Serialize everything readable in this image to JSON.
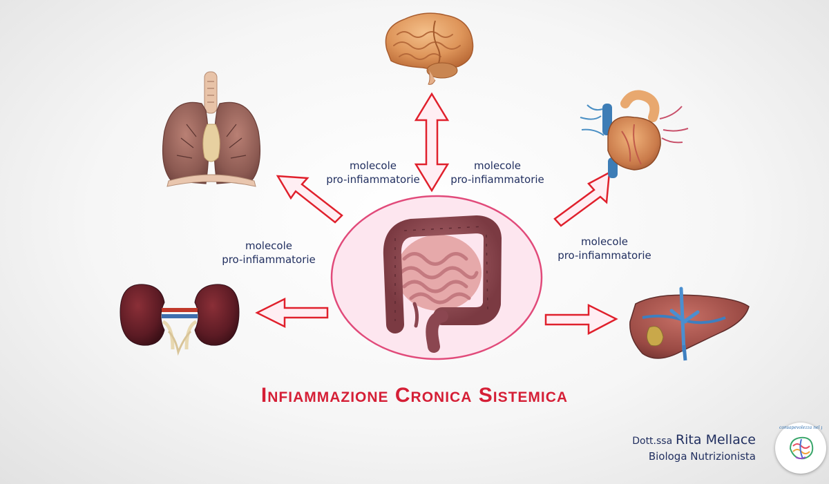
{
  "diagram": {
    "title": "Infiammazione Cronica Sistemica",
    "center": {
      "name": "intestine",
      "icon": "intestine-icon"
    },
    "organs": [
      {
        "name": "brain",
        "icon": "brain-icon"
      },
      {
        "name": "lungs",
        "icon": "lungs-icon"
      },
      {
        "name": "heart",
        "icon": "heart-icon"
      },
      {
        "name": "kidneys",
        "icon": "kidneys-icon"
      },
      {
        "name": "liver",
        "icon": "liver-icon"
      }
    ],
    "labels": [
      {
        "line1": "molecole",
        "line2": "pro-infiammatorie"
      },
      {
        "line1": "molecole",
        "line2": "pro-infiammatorie"
      },
      {
        "line1": "molecole",
        "line2": "pro-infiammatorie"
      },
      {
        "line1": "molecole",
        "line2": "pro-infiammatorie"
      }
    ],
    "colors": {
      "title": "#d51f36",
      "arrow_stroke": "#e0202c",
      "arrow_fill": "#ffeef3",
      "ellipse_stroke": "#e14a7a",
      "ellipse_fill": "#fde6ef",
      "label_text": "#1f2d5e"
    }
  },
  "author": {
    "prefix": "Dott.ssa",
    "name": "Rita Mellace",
    "role": "Biologa Nutrizionista"
  },
  "logo": {
    "text": "consapevolezza nel piatto",
    "icon": "brain-logo-icon"
  }
}
